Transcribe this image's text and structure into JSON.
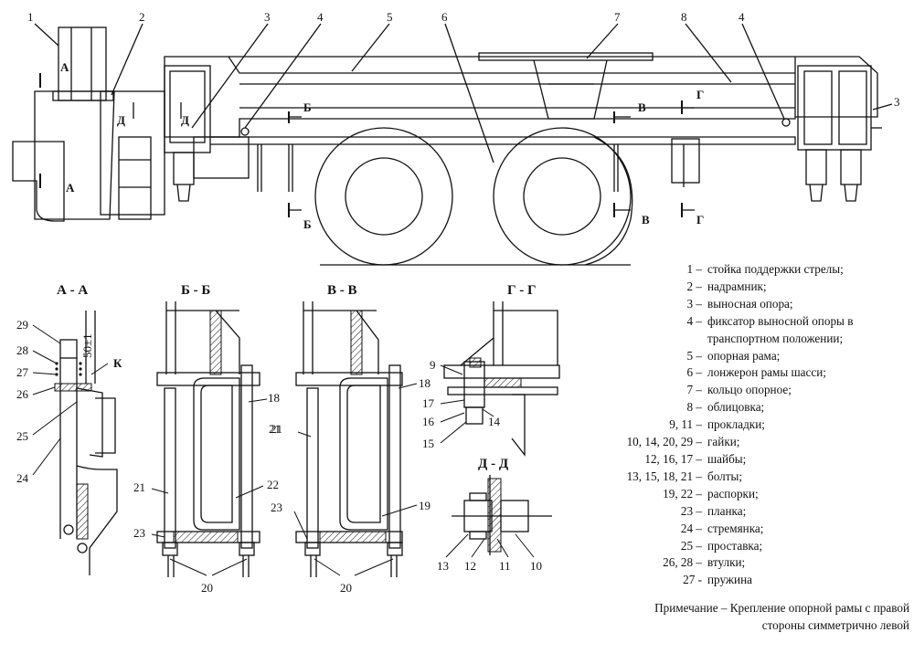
{
  "callouts_top": {
    "c1": "1",
    "c2": "2",
    "c3": "3",
    "c4": "4",
    "c5": "5",
    "c6": "6",
    "c7": "7",
    "c8": "8",
    "c4b": "4",
    "c3b": "3"
  },
  "cut_marks": {
    "a_top": "А",
    "a_bottom": "А",
    "d_left": "Д",
    "d_right": "Д",
    "b_top": "Б",
    "b_bottom": "Б",
    "v_top": "В",
    "v_bottom": "В",
    "g_top": "Г",
    "g_bottom": "Г"
  },
  "sections": {
    "aa": {
      "title": "А - А",
      "labels": [
        "29",
        "28",
        "27",
        "26",
        "25",
        "24"
      ],
      "dimension": "50±1",
      "view_k": "К"
    },
    "bb": {
      "title": "Б - Б",
      "labels": [
        "18",
        "21",
        "22",
        "21",
        "23",
        "20"
      ]
    },
    "vv": {
      "title": "В - В",
      "labels": [
        "18",
        "21",
        "19",
        "23",
        "20"
      ]
    },
    "gg": {
      "title": "Г - Г",
      "labels": [
        "9",
        "17",
        "16",
        "15",
        "14"
      ]
    },
    "dd": {
      "title": "Д - Д",
      "labels": [
        "13",
        "12",
        "11",
        "10"
      ]
    }
  },
  "legend": [
    {
      "num": "1 –",
      "text": "стойка поддержки стрелы;"
    },
    {
      "num": "2 –",
      "text": "надрамник;"
    },
    {
      "num": "3 –",
      "text": "выносная опора;"
    },
    {
      "num": "4 –",
      "text": "фиксатор выносной опоры в"
    },
    {
      "num": "",
      "text": "транспортном положении;"
    },
    {
      "num": "5 –",
      "text": "опорная рама;"
    },
    {
      "num": "6 –",
      "text": "лонжерон рамы шасси;"
    },
    {
      "num": "7 –",
      "text": "кольцо опорное;"
    },
    {
      "num": "8 –",
      "text": "облицовка;"
    },
    {
      "num": "9, 11 –",
      "text": "прокладки;"
    },
    {
      "num": "10, 14, 20, 29 –",
      "text": "гайки;"
    },
    {
      "num": "12, 16, 17 –",
      "text": "шайбы;"
    },
    {
      "num": "13, 15, 18, 21 –",
      "text": "болты;"
    },
    {
      "num": "19, 22 –",
      "text": "распорки;"
    },
    {
      "num": "23 –",
      "text": "планка;"
    },
    {
      "num": "24 –",
      "text": "стремянка;"
    },
    {
      "num": "25 –",
      "text": "проставка;"
    },
    {
      "num": "26, 28 –",
      "text": "втулки;"
    },
    {
      "num": "27 -",
      "text": "пружина"
    }
  ],
  "note": {
    "line1": "Примечание – Крепление опорной рамы с правой",
    "line2": "стороны симметрично левой"
  }
}
